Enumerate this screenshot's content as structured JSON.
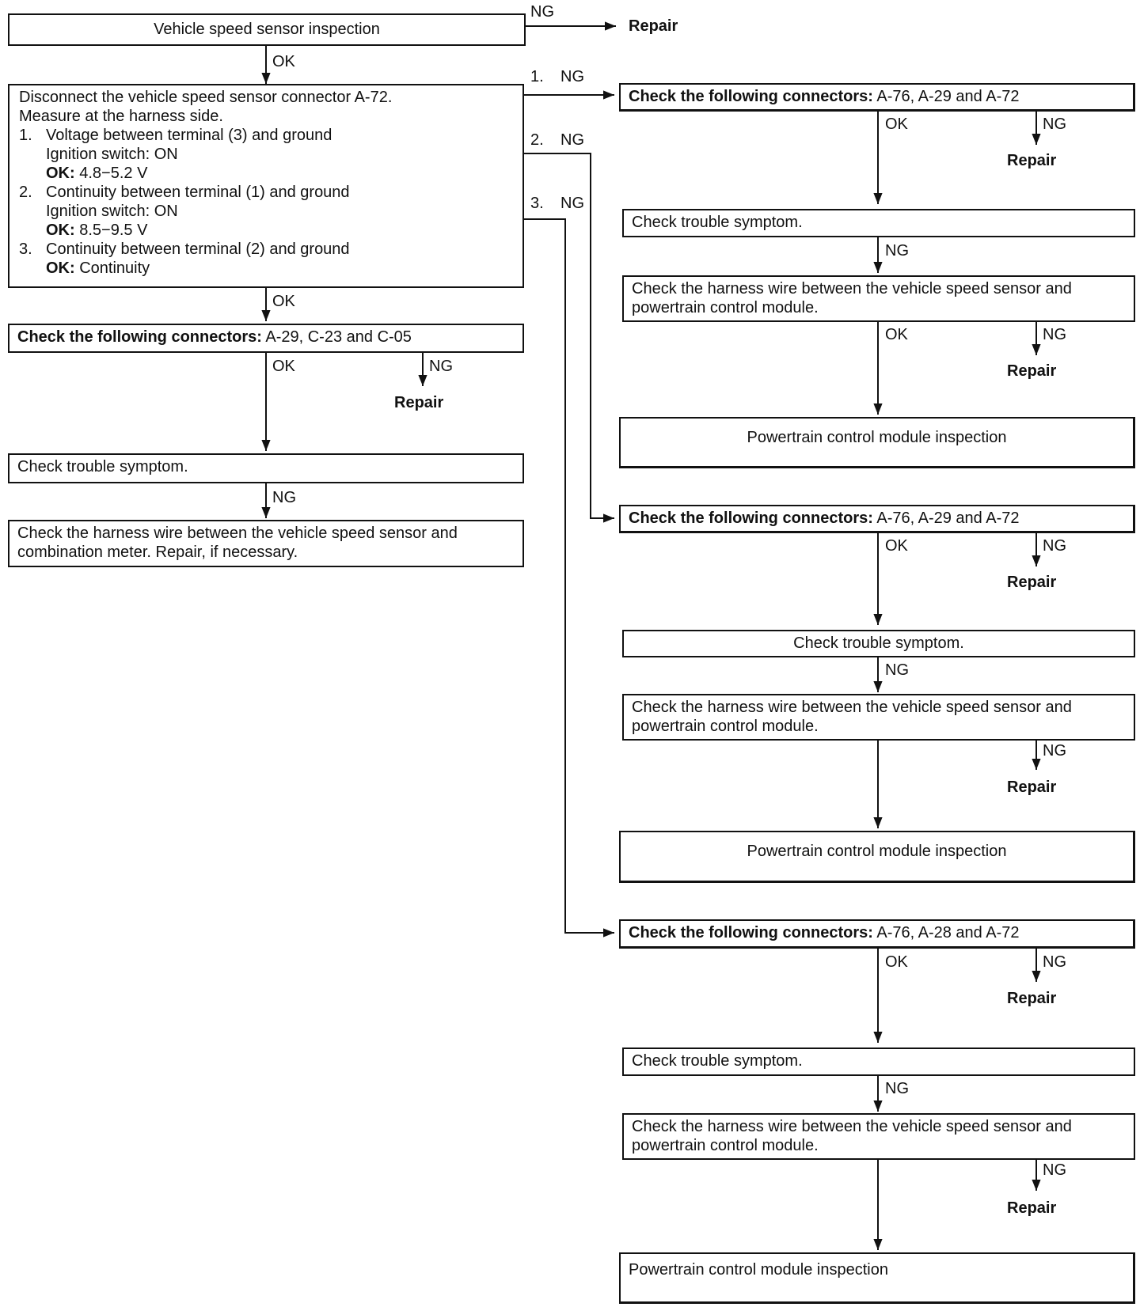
{
  "labels": {
    "ok": "OK",
    "ng": "NG",
    "repair": "Repair",
    "ng1": "1.",
    "ng2": "2.",
    "ng3": "3."
  },
  "start": {
    "text": "Vehicle speed sensor inspection"
  },
  "measure": {
    "line1": "Disconnect the vehicle speed sensor connector A-72.",
    "line2": "Measure at the harness side.",
    "items": [
      {
        "num": "1.",
        "title": "Voltage between terminal (3) and ground",
        "sub": "Ignition switch: ON",
        "ok_label": "OK:",
        "ok_value": "4.8−5.2 V"
      },
      {
        "num": "2.",
        "title": "Continuity between terminal (1) and ground",
        "sub": "Ignition switch: ON",
        "ok_label": "OK:",
        "ok_value": "8.5−9.5 V"
      },
      {
        "num": "3.",
        "title": "Continuity between terminal (2) and ground",
        "sub": "",
        "ok_label": "OK:",
        "ok_value": "Continuity"
      }
    ]
  },
  "left": {
    "connectors": {
      "prefix": "Check the following connectors:",
      "list": "A-29, C-23 and C-05"
    },
    "symptom": "Check trouble symptom.",
    "harness": "Check the harness wire between the vehicle speed sensor and combination meter. Repair, if necessary."
  },
  "branch1": {
    "connectors": {
      "prefix": "Check the following connectors:",
      "list": "A-76, A-29 and A-72"
    },
    "symptom": "Check trouble symptom.",
    "harness": "Check the harness wire between the vehicle speed sensor and powertrain control module.",
    "pcm": "Powertrain control module inspection"
  },
  "branch2": {
    "connectors": {
      "prefix": "Check the following connectors:",
      "list": "A-76, A-29 and A-72"
    },
    "symptom": "Check trouble symptom.",
    "harness": "Check the harness wire between the vehicle speed sensor and powertrain control module.",
    "pcm": "Powertrain control module inspection"
  },
  "branch3": {
    "connectors": {
      "prefix": "Check the following connectors:",
      "list": "A-76, A-28 and A-72"
    },
    "symptom": "Check trouble symptom.",
    "harness": "Check the harness wire between the vehicle speed sensor and powertrain control module.",
    "pcm": "Powertrain control module inspection"
  }
}
